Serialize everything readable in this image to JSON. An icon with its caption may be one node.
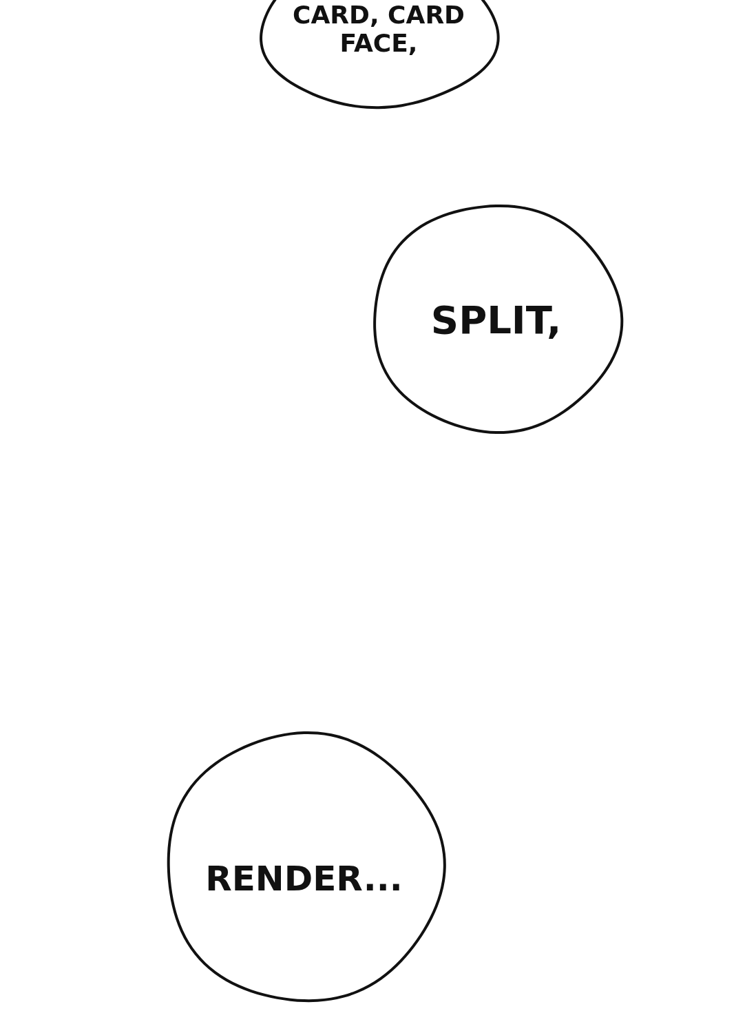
{
  "diagram": {
    "nodes": [
      {
        "text": [
          "CARD, CARD FACE,"
        ]
      },
      {
        "text": [
          "SPLIT,"
        ]
      },
      {
        "text": [
          "RENDER..."
        ]
      }
    ]
  }
}
